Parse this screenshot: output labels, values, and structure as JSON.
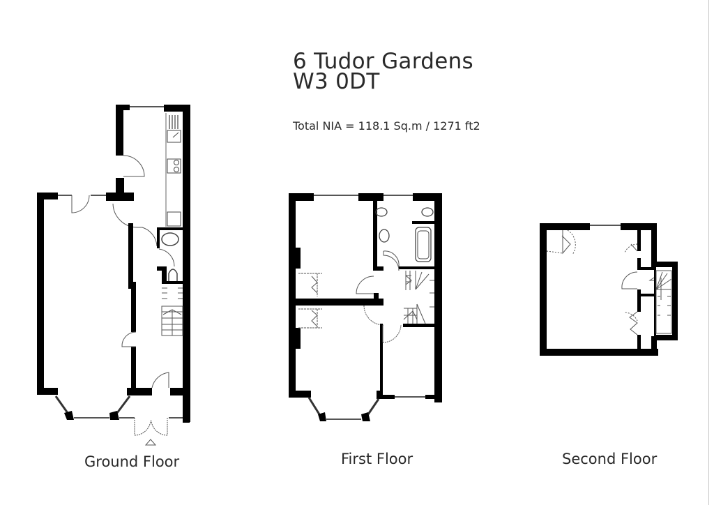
{
  "header": {
    "address_line1": "6 Tudor Gardens",
    "address_line2": "W3 0DT",
    "total_area": "Total NIA = 118.1 Sq.m / 1271 ft2"
  },
  "floors": [
    {
      "id": "ground",
      "label": "Ground Floor"
    },
    {
      "id": "first",
      "label": "First Floor"
    },
    {
      "id": "second",
      "label": "Second Floor"
    }
  ],
  "colors": {
    "wall": "#000000",
    "fixture_line": "#555555",
    "background": "#ffffff"
  },
  "symbols": {
    "entrance_marker": "triangle-up-icon"
  }
}
